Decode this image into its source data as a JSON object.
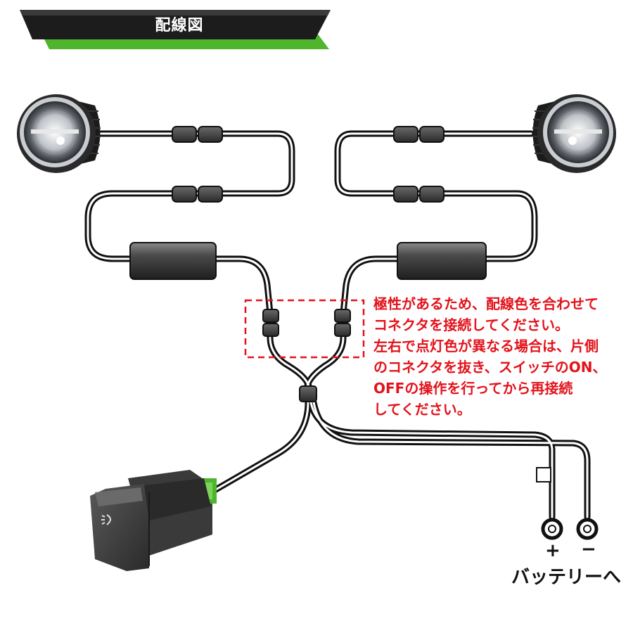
{
  "header": {
    "title": "配線図"
  },
  "note": {
    "lines": [
      "極性があるため、配線色を合わせて",
      "コネクタを接続してください。",
      "左右で点灯色が異なる場合は、片側",
      "のコネクタを抜き、スイッチのON、",
      "OFFの操作を行ってから再接続",
      "してください。"
    ]
  },
  "battery": {
    "plus": "+",
    "minus": "−",
    "label": "バッテリーへ"
  },
  "colors": {
    "accent_green": "#4fb52c",
    "banner_dark": "#1c1c1c",
    "note_red": "#e3121b",
    "wire": "#111111"
  },
  "icons": {
    "switch_symbol": "fog-lamp-icon"
  }
}
